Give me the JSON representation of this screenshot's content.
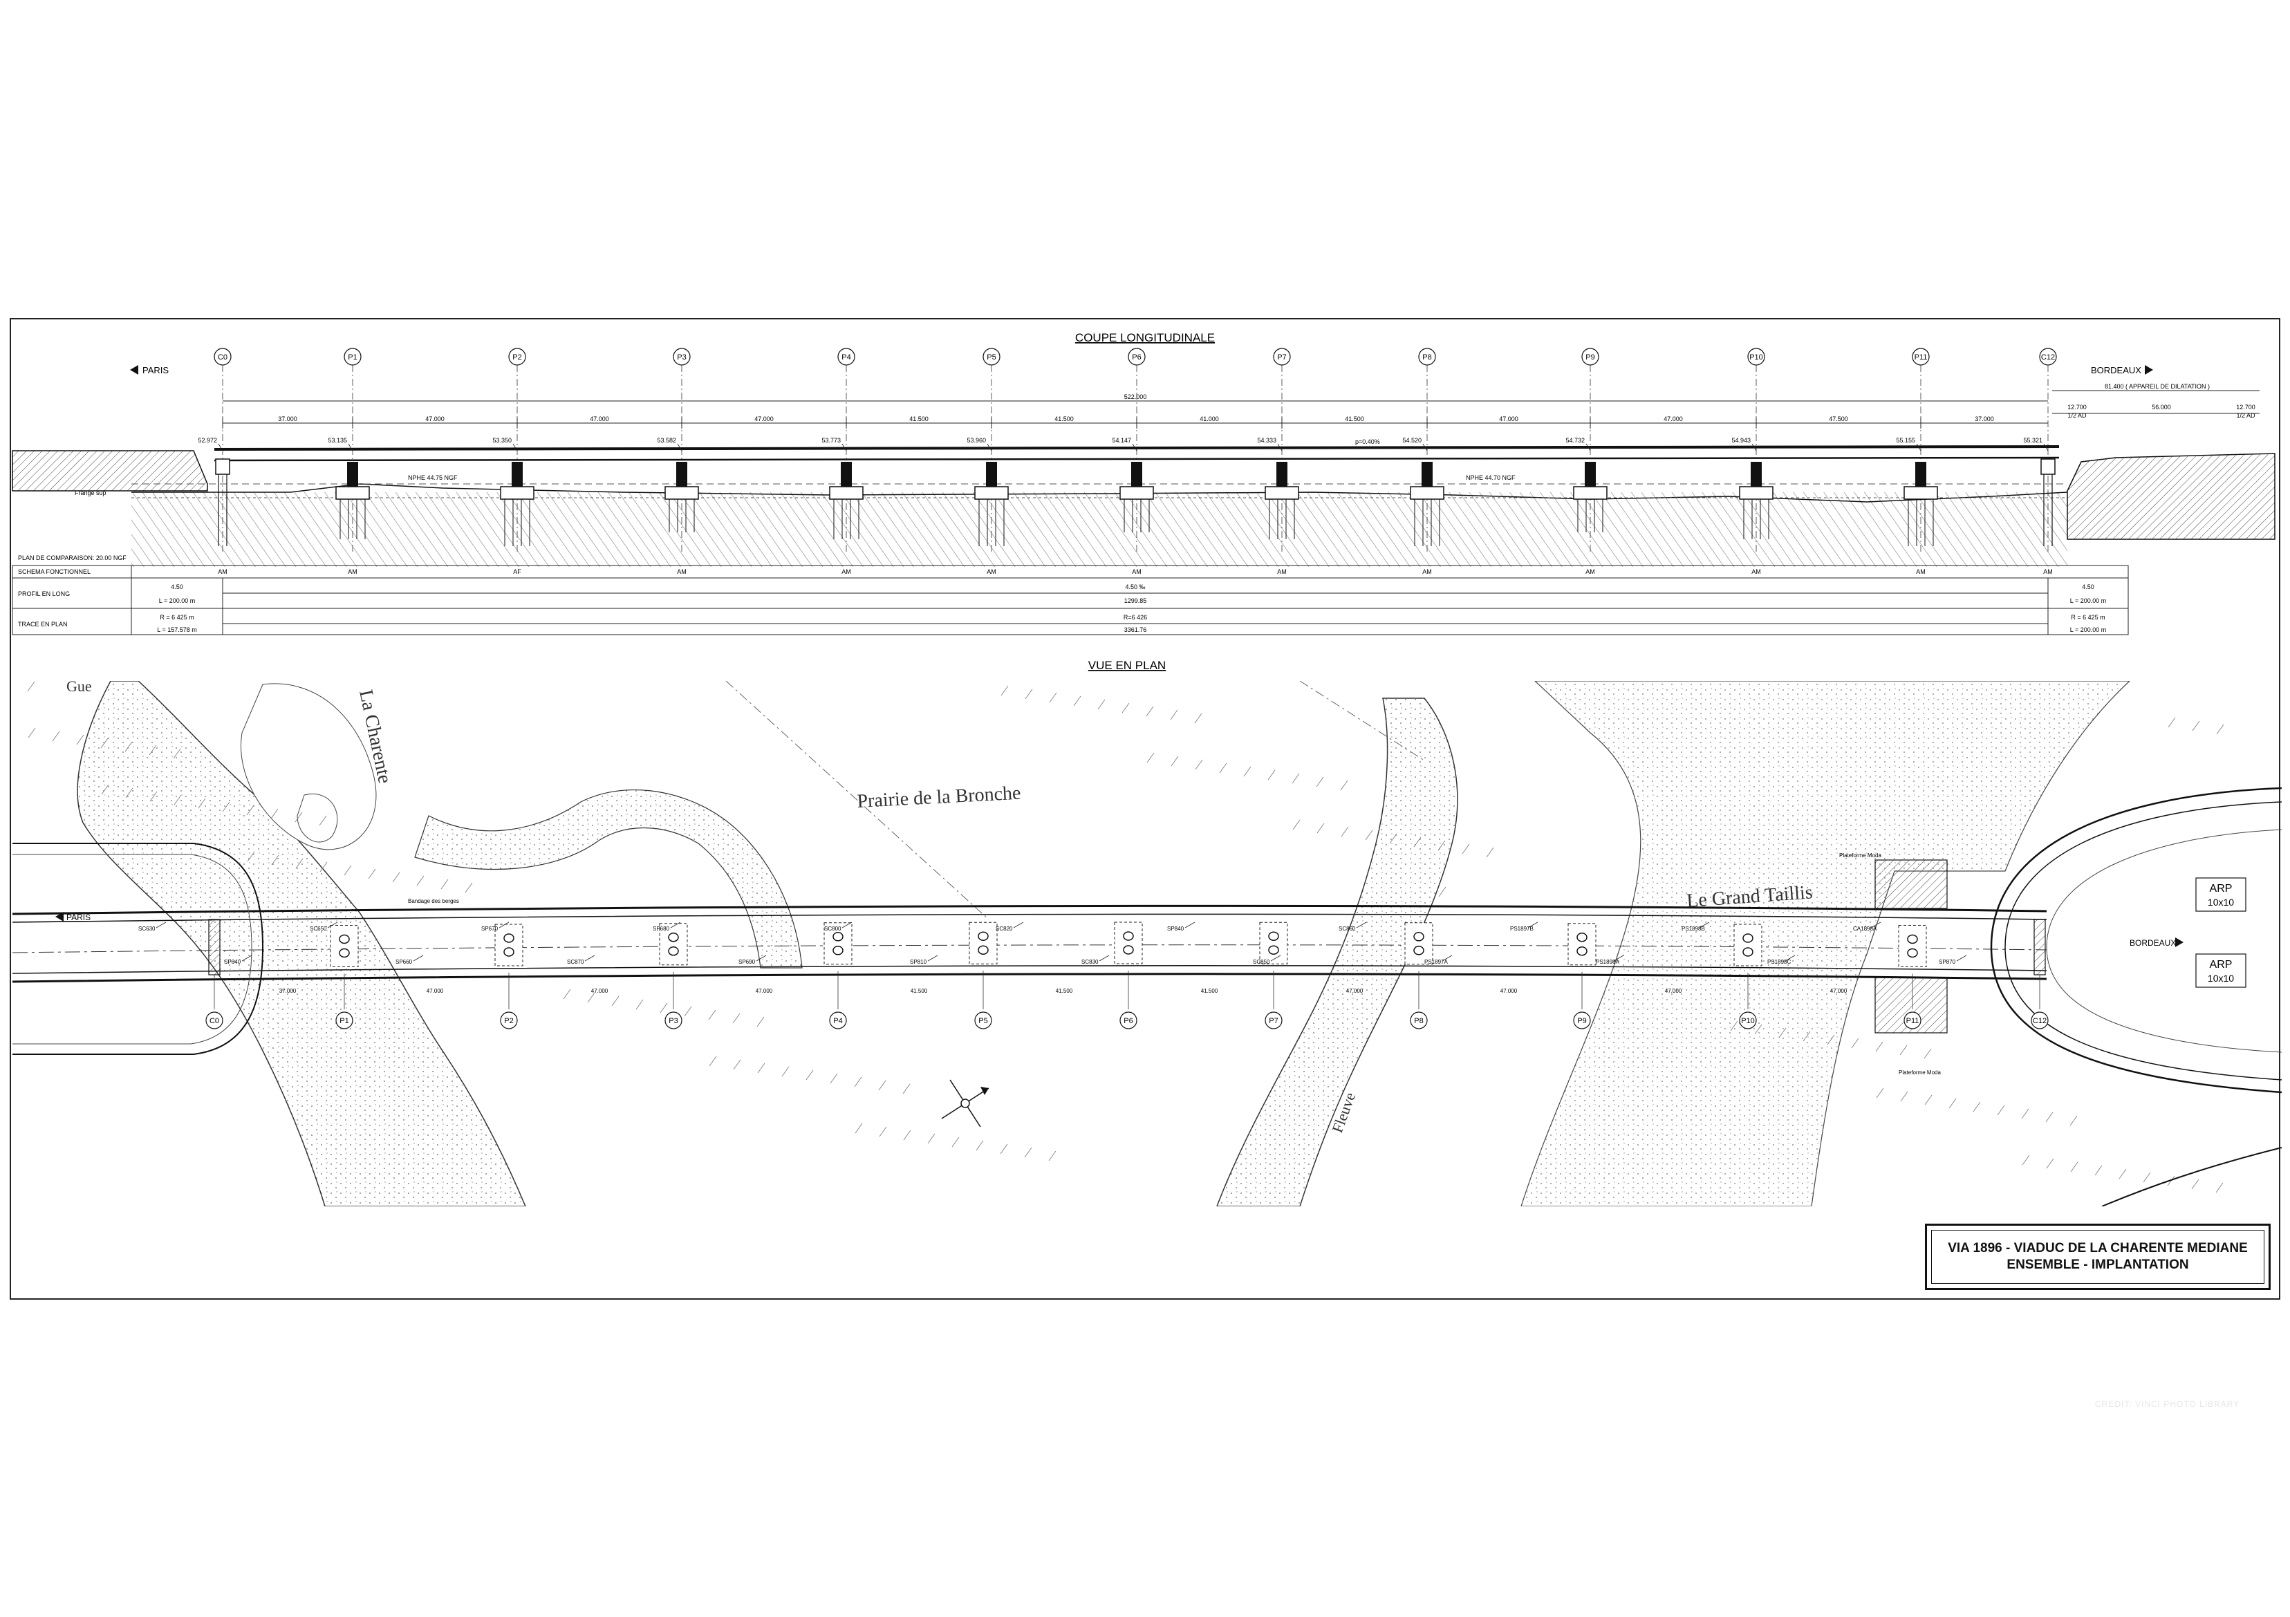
{
  "section": {
    "title": "COUPE LONGITUDINALE",
    "direction_left": "PARIS",
    "direction_right": "BORDEAUX",
    "total_length": "522.000",
    "dilatation_label": "81.400 ( APPAREIL DE DILATATION )",
    "end_spans": [
      {
        "value": "12.700",
        "label": "1/2 AD"
      },
      {
        "value": "56.000",
        "label": ""
      },
      {
        "value": "12.700",
        "label": "1/2 AD"
      }
    ],
    "supports": [
      {
        "id": "C0",
        "elevation": "52.972"
      },
      {
        "id": "P1",
        "elevation": "53.135"
      },
      {
        "id": "P2",
        "elevation": "53.350"
      },
      {
        "id": "P3",
        "elevation": "53.582"
      },
      {
        "id": "P4",
        "elevation": "53.773"
      },
      {
        "id": "P5",
        "elevation": "53.960"
      },
      {
        "id": "P6",
        "elevation": "54.147"
      },
      {
        "id": "P7",
        "elevation": "54.333"
      },
      {
        "id": "P8",
        "elevation": "54.520"
      },
      {
        "id": "P9",
        "elevation": "54.732"
      },
      {
        "id": "P10",
        "elevation": "54.943"
      },
      {
        "id": "P11",
        "elevation": "55.155"
      },
      {
        "id": "C12",
        "elevation": "55.321"
      }
    ],
    "spans": [
      "37.000",
      "47.000",
      "47.000",
      "47.000",
      "41.500",
      "41.500",
      "41.000",
      "41.500",
      "47.000",
      "47.000",
      "47.500",
      "37.000"
    ],
    "slope_label": "p=0.40%",
    "water_level_1": "NPHE 44.75 NGF",
    "water_level_2": "NPHE 44.70 NGF",
    "fringe_label": "Frange sup",
    "comparison_plane": "PLAN DE COMPARAISON: 20.00 NGF"
  },
  "table": {
    "rows": [
      {
        "label": "SCHEMA FONCTIONNEL",
        "cells": [
          "AM",
          "AM",
          "AF",
          "AM",
          "AM",
          "AM",
          "AM",
          "AM",
          "AM",
          "AM",
          "AM",
          "AM",
          "AM"
        ]
      },
      {
        "label": "PROFIL EN LONG",
        "left": [
          "4.50",
          "L = 200.00 m"
        ],
        "center": [
          "4.50 ‰",
          "1299.85"
        ],
        "right": [
          "4.50",
          "L = 200.00 m"
        ]
      },
      {
        "label": "TRACE EN PLAN",
        "left": [
          "R = 6 425 m",
          "L = 157.578 m"
        ],
        "center": [
          "R=6 426",
          "3361.76"
        ],
        "right": [
          "R = 6 425 m",
          "L = 200.00 m"
        ]
      }
    ]
  },
  "plan": {
    "title": "VUE EN PLAN",
    "places": [
      "Prairie de la Bronche",
      "Le Grand Taillis",
      "La Charente",
      "Fleuve",
      "Gue"
    ],
    "direction_left": "PARIS",
    "direction_right": "BORDEAUX",
    "arp_label": "ARP",
    "arp_size": "10x10",
    "platform_label": "Plateforme Moda",
    "supports": [
      "C0",
      "P1",
      "P2",
      "P3",
      "P4",
      "P5",
      "P6",
      "P7",
      "P8",
      "P9",
      "P10",
      "P11",
      "C12"
    ],
    "bottom_spans": [
      "37.000",
      "47.000",
      "47.000",
      "47.000",
      "41.500",
      "41.500",
      "41.500",
      "47.000",
      "47.000",
      "47.000",
      "47.000"
    ],
    "sounding_labels": [
      "SC630",
      "SP640",
      "SC650",
      "SP660",
      "SP670",
      "SC870",
      "SP680",
      "SP690",
      "SC800",
      "SP810",
      "SC820",
      "SC830",
      "SP840",
      "SC850",
      "SC860",
      "PS1897A",
      "PS1897B",
      "PS1898A",
      "PS1898B",
      "PS1898C",
      "CA1898A",
      "SP870"
    ],
    "annotation": "Bandage des berges"
  },
  "title_block": {
    "line1": "VIA 1896 - VIADUC DE LA CHARENTE MEDIANE",
    "line2": "ENSEMBLE - IMPLANTATION"
  },
  "credit": "CREDIT: VINCI PHOTO LIBRARY"
}
